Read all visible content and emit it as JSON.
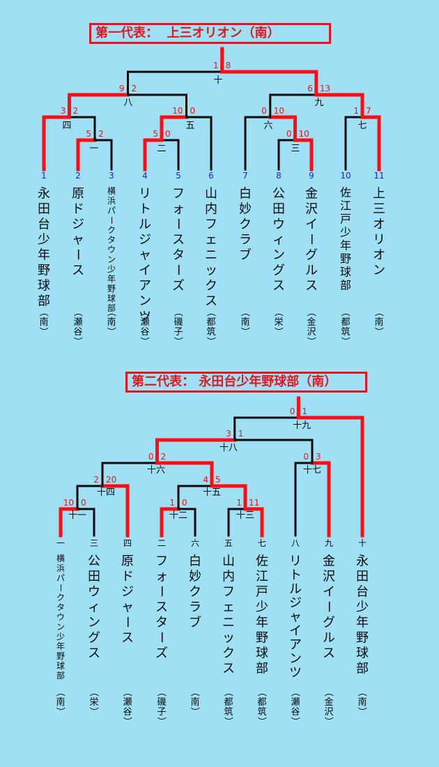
{
  "colors": {
    "win": "#ff0d12",
    "lose": "#0a0a0a",
    "score": "#e8131b",
    "seed": "#1a22e0",
    "text": "#0a0a0a",
    "bg": "#9fe0f5"
  },
  "brackets": [
    {
      "title_label": "第一代表：",
      "title_team": "上三オリオン（南）",
      "teams": [
        {
          "no": "1",
          "name": "永田台少年野球部",
          "area": "（南）"
        },
        {
          "no": "2",
          "name": "原ドジャース",
          "area": "（瀬谷）"
        },
        {
          "no": "3",
          "name": "横浜パークタウン少年野球部",
          "area": "（南）"
        },
        {
          "no": "4",
          "name": "リトルジャイアンツ",
          "area": "（瀬谷）"
        },
        {
          "no": "5",
          "name": "フォースターズ",
          "area": "（磯子）"
        },
        {
          "no": "6",
          "name": "山内フェニックス",
          "area": "（都筑）"
        },
        {
          "no": "7",
          "name": "白妙クラブ",
          "area": "（南）"
        },
        {
          "no": "8",
          "name": "公田ウィングス",
          "area": "（栄）"
        },
        {
          "no": "9",
          "name": "金沢イーグルス",
          "area": "（金沢）"
        },
        {
          "no": "10",
          "name": "佐江戸少年野球部",
          "area": "（都筑）"
        },
        {
          "no": "11",
          "name": "上三オリオン",
          "area": "（南）"
        }
      ],
      "games": [
        {
          "no": "一",
          "left": "2",
          "right": "3",
          "score_left": "5",
          "score_right": "2"
        },
        {
          "no": "二",
          "left": "4",
          "right": "5",
          "score_left": "5",
          "score_right": "0"
        },
        {
          "no": "三",
          "left": "8",
          "right": "9",
          "score_left": "0",
          "score_right": "10"
        },
        {
          "no": "四",
          "left": "1",
          "right": "2",
          "score_left": "3",
          "score_right": "2"
        },
        {
          "no": "五",
          "left": "4",
          "right": "6",
          "score_left": "10",
          "score_right": "0"
        },
        {
          "no": "六",
          "left": "7",
          "right": "9",
          "score_left": "0",
          "score_right": "10"
        },
        {
          "no": "七",
          "left": "10",
          "right": "11",
          "score_left": "1",
          "score_right": "7"
        },
        {
          "no": "八",
          "left": "1",
          "right": "4",
          "score_left": "9",
          "score_right": "2"
        },
        {
          "no": "九",
          "left": "9",
          "right": "11",
          "score_left": "6",
          "score_right": "13"
        },
        {
          "no": "十",
          "left": "1",
          "right": "11",
          "score_left": "1",
          "score_right": "8"
        }
      ]
    },
    {
      "title_label": "第二代表：",
      "title_team": "永田台少年野球部（南）",
      "teams": [
        {
          "no": "一",
          "name": "横浜パークタウン少年野球部",
          "area": "（南）"
        },
        {
          "no": "三",
          "name": "公田ウィングス",
          "area": "（栄）"
        },
        {
          "no": "四",
          "name": "原ドジャース",
          "area": "（瀬谷）"
        },
        {
          "no": "二",
          "name": "フォースターズ",
          "area": "（磯子）"
        },
        {
          "no": "六",
          "name": "白妙クラブ",
          "area": "（南）"
        },
        {
          "no": "五",
          "name": "山内フェニックス",
          "area": "（都筑）"
        },
        {
          "no": "七",
          "name": "佐江戸少年野球部",
          "area": "（都筑）"
        },
        {
          "no": "八",
          "name": "リトルジャイアンツ",
          "area": "（瀬谷）"
        },
        {
          "no": "九",
          "name": "金沢イーグルス",
          "area": "（金沢）"
        },
        {
          "no": "十",
          "name": "永田台少年野球部",
          "area": "（南）"
        }
      ],
      "games": [
        {
          "no": "十一",
          "left": "一",
          "right": "三",
          "score_left": "10",
          "score_right": "0"
        },
        {
          "no": "十二",
          "left": "二",
          "right": "六",
          "score_left": "1",
          "score_right": "0"
        },
        {
          "no": "十三",
          "left": "五",
          "right": "七",
          "score_left": "1",
          "score_right": "11"
        },
        {
          "no": "十四",
          "left": "一",
          "right": "四",
          "score_left": "2",
          "score_right": "20"
        },
        {
          "no": "十五",
          "left": "二",
          "right": "七",
          "score_left": "4",
          "score_right": "5"
        },
        {
          "no": "十六",
          "left": "四",
          "right": "七",
          "score_left": "0",
          "score_right": "2"
        },
        {
          "no": "十七",
          "left": "八",
          "right": "九",
          "score_left": "0",
          "score_right": "3"
        },
        {
          "no": "十八",
          "left": "七",
          "right": "九",
          "score_left": "3",
          "score_right": "1"
        },
        {
          "no": "十九",
          "left": "七",
          "right": "十",
          "score_left": "0",
          "score_right": "1"
        }
      ]
    }
  ]
}
